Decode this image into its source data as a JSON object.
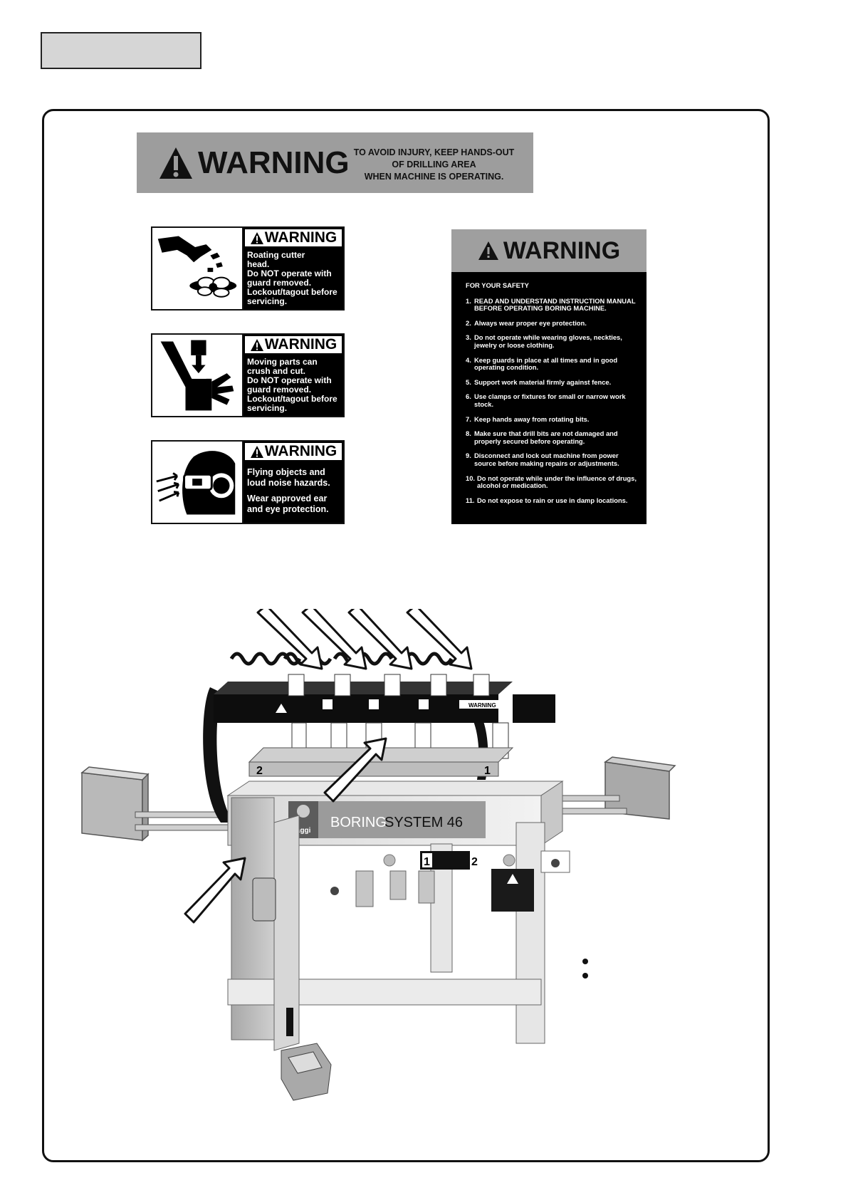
{
  "top_banner": {
    "word": "WARNING",
    "lines": [
      "TO AVOID INJURY, KEEP HANDS-OUT",
      "OF DRILLING AREA",
      "WHEN MACHINE IS OPERATING."
    ]
  },
  "small_labels": [
    {
      "heading": "WARNING",
      "icon": "rotating-cutter-icon",
      "lines": [
        "Roating cutter",
        "head.",
        "Do NOT operate with",
        "guard removed.",
        "Lockout/tagout before",
        "servicing."
      ]
    },
    {
      "heading": "WARNING",
      "icon": "crush-hazard-icon",
      "lines": [
        "Moving parts can",
        "crush and cut.",
        "Do NOT operate with",
        "guard removed.",
        "Lockout/tagout before",
        "servicing."
      ]
    },
    {
      "heading": "WARNING",
      "icon": "ear-eye-protection-icon",
      "lines": [
        "Flying  objects and",
        "loud noise hazards.",
        "",
        "Wear approved ear",
        "and eye protection."
      ]
    }
  ],
  "safety_label": {
    "heading": "WARNING",
    "intro": "FOR YOUR SAFETY",
    "items": [
      {
        "num": "1.",
        "text": "READ AND UNDERSTAND INSTRUCTION MANUAL BEFORE OPERATING BORING MACHINE."
      },
      {
        "num": "2.",
        "text": "Always wear proper eye protection."
      },
      {
        "num": "3.",
        "text": "Do not operate while wearing gloves, neckties, jewelry or loose clothing."
      },
      {
        "num": "4.",
        "text": "Keep guards in place at all times and in good operating condition."
      },
      {
        "num": "5.",
        "text": "Support work material firmly against fence."
      },
      {
        "num": "6.",
        "text": "Use clamps or fixtures for small or narrow work stock."
      },
      {
        "num": "7.",
        "text": "Keep hands away from rotating bits."
      },
      {
        "num": "8.",
        "text": "Make sure that drill bits are not damaged and properly secured before operating."
      },
      {
        "num": "9.",
        "text": "Disconnect and lock out machine from power source before making repairs or adjustments."
      },
      {
        "num": "10.",
        "text": "Do not operate while under the influence of drugs, alcohol or medication."
      },
      {
        "num": "11.",
        "text": "Do not expose to rain or use in damp locations."
      }
    ]
  },
  "machine": {
    "brand": "maggi",
    "name_light": "BORING",
    "name_dark": "SYSTEM 46",
    "rail_label_warning": "WARNING",
    "switch_positions": [
      "1",
      "2"
    ],
    "fence_positions": [
      "2",
      "1"
    ]
  },
  "colors": {
    "banner_gray": "#9d9d9d",
    "label_black": "#000000",
    "tab_gray": "#d6d6d6"
  }
}
